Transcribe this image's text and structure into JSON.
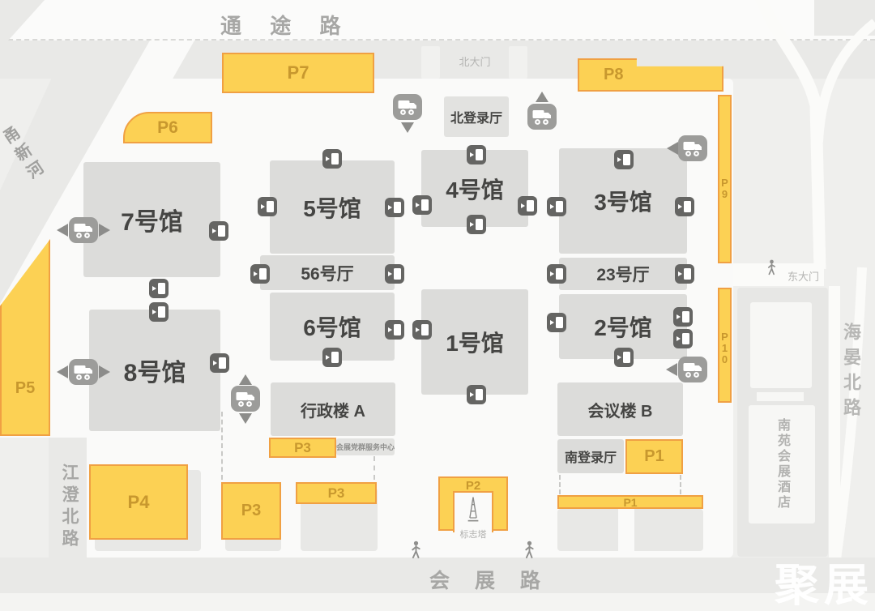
{
  "roads": {
    "top": "通 途 路",
    "bottom": "会 展 路",
    "left": "江澄北路",
    "right": "海晏北路",
    "river": "甬新河"
  },
  "gates": {
    "north": "北大门",
    "east": "东大门"
  },
  "halls": [
    {
      "id": "hall-7",
      "label": "7号馆"
    },
    {
      "id": "hall-8",
      "label": "8号馆"
    },
    {
      "id": "hall-5",
      "label": "5号馆"
    },
    {
      "id": "hall-56",
      "label": "56号厅"
    },
    {
      "id": "hall-6",
      "label": "6号馆"
    },
    {
      "id": "hall-4",
      "label": "4号馆"
    },
    {
      "id": "hall-1",
      "label": "1号馆"
    },
    {
      "id": "hall-3",
      "label": "3号馆"
    },
    {
      "id": "hall-23",
      "label": "23号厅"
    },
    {
      "id": "hall-2",
      "label": "2号馆"
    }
  ],
  "facilities": {
    "admin": "行政楼 A",
    "conference": "会议楼 B",
    "north_lobby": "北登录厅",
    "south_lobby": "南登录厅",
    "service_center": "会展党群服务中心",
    "hotel": "南苑会展酒店",
    "tower": "标志塔"
  },
  "parkings": [
    {
      "id": "p7",
      "label": "P7"
    },
    {
      "id": "p6",
      "label": "P6"
    },
    {
      "id": "p8",
      "label": "P8"
    },
    {
      "id": "p9",
      "label": "P9"
    },
    {
      "id": "p10",
      "label": "P10"
    },
    {
      "id": "p5",
      "label": "P5"
    },
    {
      "id": "p4",
      "label": "P4"
    },
    {
      "id": "p3-a",
      "label": "P3"
    },
    {
      "id": "p3-b",
      "label": "P3"
    },
    {
      "id": "p3-c",
      "label": "P3"
    },
    {
      "id": "p2",
      "label": "P2"
    },
    {
      "id": "p1-a",
      "label": "P1"
    },
    {
      "id": "p1-b",
      "label": "P1"
    }
  ],
  "watermark": "聚展",
  "colors": {
    "parking_fill": "#fcd154",
    "parking_border": "#f0a043",
    "parking_label": "#c8982e",
    "building_fill": "#dcdcda",
    "building_text": "#454543",
    "road_pavement": "#e9e9e7",
    "road_text": "#a7a7a5",
    "door_icon_bg": "#656563",
    "truck_icon_bg": "#9c9c9a"
  }
}
